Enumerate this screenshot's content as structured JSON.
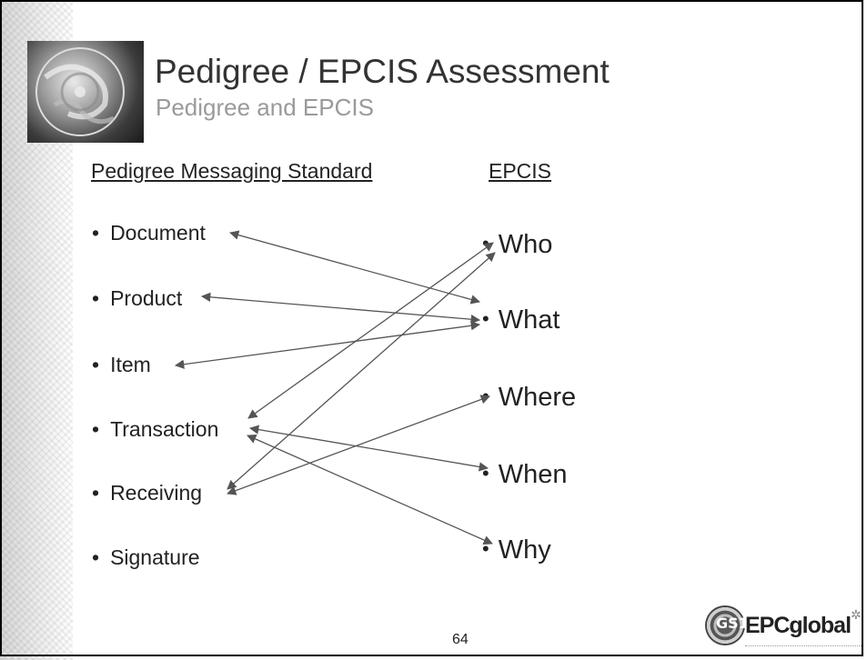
{
  "title": "Pedigree / EPCIS Assessment",
  "subtitle": "Pedigree and EPCIS",
  "columns": {
    "left_header": "Pedigree Messaging Standard",
    "right_header": "EPCIS"
  },
  "bullet": "•",
  "left_items": [
    "Document",
    "Product",
    "Item",
    "Transaction",
    "Receiving",
    "Signature"
  ],
  "right_items": [
    "Who",
    "What",
    "Where",
    "When",
    "Why"
  ],
  "mappings": [
    {
      "from": "Document",
      "to": "What"
    },
    {
      "from": "Product",
      "to": "What"
    },
    {
      "from": "Item",
      "to": "What"
    },
    {
      "from": "Transaction",
      "to": "Who"
    },
    {
      "from": "Receiving",
      "to": "Who"
    },
    {
      "from": "Transaction",
      "to": "When"
    },
    {
      "from": "Transaction",
      "to": "Why"
    },
    {
      "from": "Receiving",
      "to": "Where"
    }
  ],
  "footer": {
    "page_number": "64",
    "logo_mark": "GS1",
    "logo_text": "EPCglobal"
  },
  "colors": {
    "arrow": "#555555",
    "title": "#333333",
    "subtitle": "#9a9a9a"
  }
}
